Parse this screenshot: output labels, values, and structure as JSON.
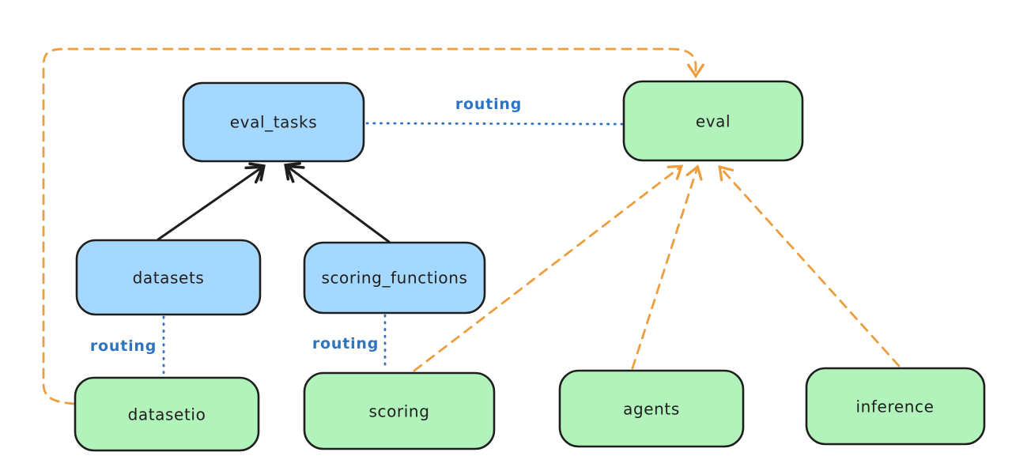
{
  "colors": {
    "background": "#ffffff",
    "blue_node_fill": "#a5d8ff",
    "green_node_fill": "#b2f2bb",
    "node_stroke": "#1e1e1e",
    "black_arrow": "#1e1e1e",
    "routing_blue": "#2f74c0",
    "orange_dashed": "#ee9d3d"
  },
  "nodes": {
    "eval_tasks": {
      "label": "eval_tasks",
      "color": "blue"
    },
    "eval": {
      "label": "eval",
      "color": "green"
    },
    "datasets": {
      "label": "datasets",
      "color": "blue"
    },
    "scoring_functions": {
      "label": "scoring_functions",
      "color": "blue"
    },
    "datasetio": {
      "label": "datasetio",
      "color": "green"
    },
    "scoring": {
      "label": "scoring",
      "color": "green"
    },
    "agents": {
      "label": "agents",
      "color": "green"
    },
    "inference": {
      "label": "inference",
      "color": "green"
    }
  },
  "edge_labels": {
    "routing_eval_tasks_eval": "routing",
    "routing_datasets_datasetio": "routing",
    "routing_scoring_functions_scoring": "routing"
  },
  "edges": [
    {
      "from": "datasets",
      "to": "eval_tasks",
      "style": "solid-arrow",
      "color": "black"
    },
    {
      "from": "scoring_functions",
      "to": "eval_tasks",
      "style": "solid-arrow",
      "color": "black"
    },
    {
      "from": "eval_tasks",
      "to": "eval",
      "style": "dotted",
      "color": "blue",
      "label": "routing"
    },
    {
      "from": "datasets",
      "to": "datasetio",
      "style": "dotted",
      "color": "blue",
      "label": "routing"
    },
    {
      "from": "scoring_functions",
      "to": "scoring",
      "style": "dotted",
      "color": "blue",
      "label": "routing"
    },
    {
      "from": "datasetio",
      "to": "eval",
      "style": "dashed-arrow",
      "color": "orange"
    },
    {
      "from": "scoring",
      "to": "eval",
      "style": "dashed-arrow",
      "color": "orange"
    },
    {
      "from": "agents",
      "to": "eval",
      "style": "dashed-arrow",
      "color": "orange"
    },
    {
      "from": "inference",
      "to": "eval",
      "style": "dashed-arrow",
      "color": "orange"
    }
  ]
}
